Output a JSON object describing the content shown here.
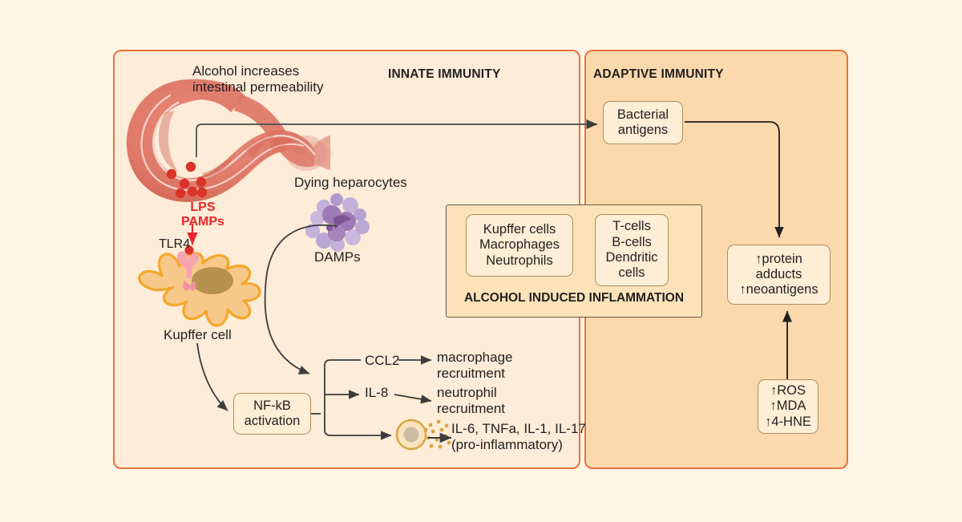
{
  "panels": {
    "innate": {
      "title": "INNATE IMMUNITY",
      "bg": "#fcecd8",
      "border": "#e8733a"
    },
    "adaptive": {
      "title": "ADAPTIVE IMMUNITY",
      "bg": "#fbd9ad",
      "border": "#e8733a"
    }
  },
  "canvas": {
    "bg": "#fdf6e6"
  },
  "labels": {
    "alcohol_permeability_line1": "Alcohol increases",
    "alcohol_permeability_line2": "intestinal permeability",
    "dying_hepatocytes": "Dying heparocytes",
    "damps": "DAMPs",
    "kupffer_cell": "Kupffer cell",
    "tlr4": "TLR4",
    "lps_line1": "LPS",
    "lps_line2": "PAMPs",
    "lps_color": "#e8262b",
    "ccl2": "CCL2",
    "il8": "IL-8",
    "macrophage_line1": "macrophage",
    "macrophage_line2": "recruitment",
    "neutrophil_line1": "neutrophil",
    "neutrophil_line2": "recruitment",
    "cytokines_line1": "IL-6, TNFa, IL-1, IL-17",
    "cytokines_line2": "(pro-inflammatory)"
  },
  "boxes": {
    "nfkb": {
      "line1": "NF-kB",
      "line2": "activation"
    },
    "bacterial_antigens": {
      "line1": "Bacterial",
      "line2": "antigens"
    },
    "protein_adducts": {
      "line1": "↑protein",
      "line2": "adducts",
      "line3": "↑neoantigens"
    },
    "ros": {
      "line1": "↑ROS",
      "line2": "↑MDA",
      "line3": "↑4-HNE"
    },
    "innate_cells": {
      "line1": "Kupffer cells",
      "line2": "Macrophages",
      "line3": "Neutrophils"
    },
    "adaptive_cells": {
      "line1": "T-cells",
      "line2": "B-cells",
      "line3": "Dendritic",
      "line4": "cells"
    }
  },
  "inflammation_banner": {
    "caption": "ALCOHOL INDUCED INFLAMMATION"
  },
  "colors": {
    "intestine": "#e08070",
    "kupffer_cell": "#f6c98a",
    "kupffer_outline": "#f5a62b",
    "nucleus": "#b5904f",
    "tlr4_receptor": "#f5a3ae",
    "lps_dot": "#d8342a",
    "damps_dark": "#8e6aa8",
    "damps_light": "#c4b1da",
    "cytokine_dot": "#d9a441",
    "arrow": "#3c3c3c"
  }
}
